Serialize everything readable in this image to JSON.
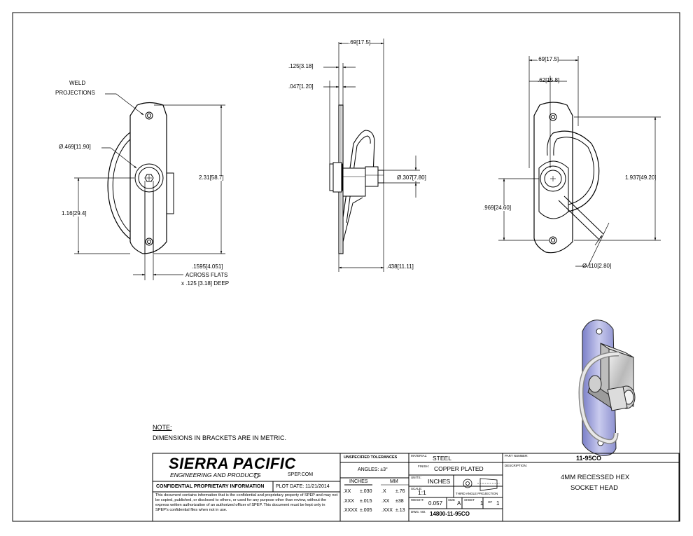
{
  "dims": {
    "weld": "WELD",
    "projections": "PROJECTIONS",
    "dia_469": "Ø.469[11.90]",
    "h231": "2.31[58.7]",
    "h116": "1.16[29.4]",
    "flats_1": ".1595[4.051]",
    "flats_2": "ACROSS FLATS",
    "flats_3": "x .125 [3.18] DEEP",
    "side_069": ".69[17.5]",
    "side_125": ".125[3.18]",
    "side_047": ".047[1.20]",
    "side_307": "Ø.307[7.80]",
    "side_438": ".438[11.11]",
    "r_069": ".69[17.5]",
    "r_062": ".62[15.8]",
    "r_1937": "1.937[49.20]",
    "r_969": ".969[24.60]",
    "r_110": "Ø.110[2.80]"
  },
  "note": {
    "title": "NOTE:",
    "text": "DIMENSIONS IN BRACKETS ARE IN METRIC."
  },
  "title_block": {
    "company": "SIERRA PACIFIC",
    "company_sub": "ENGINEERING AND PRODUCTS",
    "website": "SPEP.COM",
    "confidential": "CONFIDENTIAL PROPRIETARY INFORMATION",
    "plot_date": "PLOT DATE: 11/21/2014",
    "confidential_text": "This document contains information that is the confidential and proprietary property of SPEP and may not be copied, published, or disclosed to others, or used for any purpose other than review, without the express written authorization of an authorized officer of SPEP. This document must be kept only in SPEP's confidential files when not in use.",
    "tol_header": "UNSPECIFIED TOLERANCES",
    "angles": "ANGLES: ±3°",
    "inches": "INCHES",
    "mm": "MM",
    "tol_rows": [
      {
        "in_fmt": ".XX",
        "in_val": "±.030",
        "mm_fmt": ".X",
        "mm_val": "±.76"
      },
      {
        "in_fmt": ".XXX",
        "in_val": "±.015",
        "mm_fmt": ".XX",
        "mm_val": "±38"
      },
      {
        "in_fmt": ".XXXX",
        "in_val": "±.005",
        "mm_fmt": ".XXX",
        "mm_val": "±.13"
      }
    ],
    "material_lbl": "MATERIAL:",
    "material": "STEEL",
    "finish_lbl": "FINISH:",
    "finish": "COPPER PLATED",
    "units_lbl": "UNITS:",
    "units": "INCHES",
    "scale_lbl": "SCALE:",
    "scale": "1:1",
    "projection": "THIRD ANGLE PROJECTION",
    "weight_lbl": "WEIGHT:",
    "weight": "0.057",
    "size_lbl": "SIZE",
    "size": "A",
    "sheet_lbl": "SHEET",
    "sheet": "1",
    "of_lbl": "OF",
    "of": "1",
    "dwg_lbl": "DWG. NO.",
    "dwg": "14800-11-95CO",
    "part_lbl": "PART NUMBER:",
    "part": "11-95CO",
    "desc_lbl": "DESCRIPTION:",
    "desc_1": "4MM RECESSED HEX",
    "desc_2": "SOCKET HEAD"
  }
}
